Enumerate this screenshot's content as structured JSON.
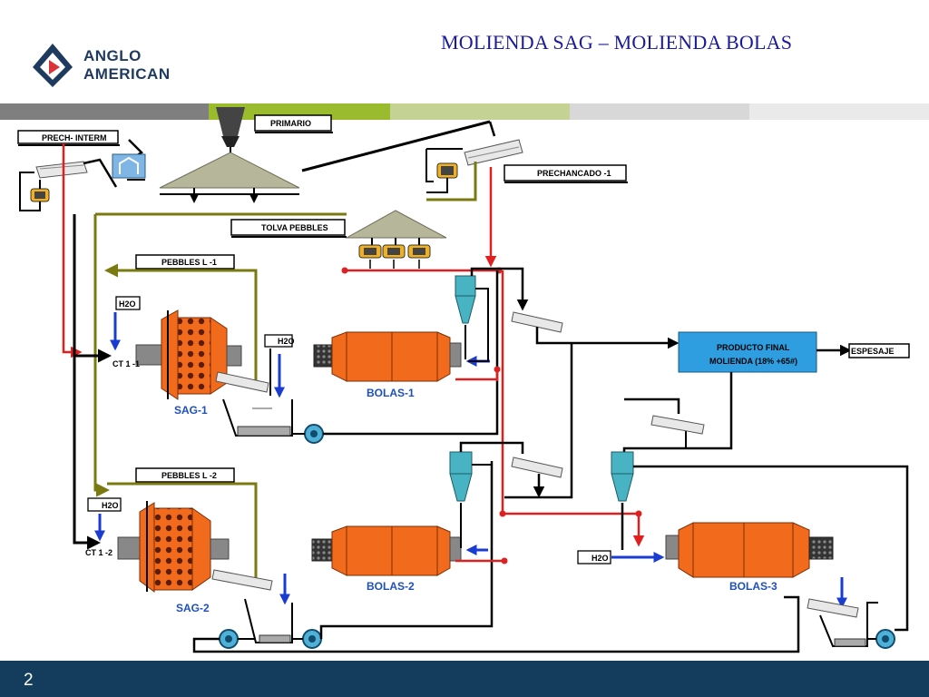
{
  "logo": {
    "line1": "ANGLO",
    "line2": "AMERICAN"
  },
  "title": "MOLIENDA SAG – MOLIENDA BOLAS",
  "band_colors": [
    "#7f7f7f",
    "#9bbb2f",
    "#c4d394",
    "#d8d8d8",
    "#eaeaea"
  ],
  "page_number": "2",
  "labels": {
    "primario": "PRIMARIO",
    "prech_interm": "PRECH- INTERM",
    "prechancado": "PRECHANCADO  -1",
    "tolva_pebbles": "TOLVA PEBBLES",
    "pebbles_l1": "PEBBLES L -1",
    "pebbles_l2": "PEBBLES L -2",
    "h2o": "H2O",
    "ct11": "CT 1 -1",
    "ct12": "CT 1 -2",
    "sag1": "SAG-1",
    "sag2": "SAG-2",
    "bolas1": "BOLAS-1",
    "bolas2": "BOLAS-2",
    "bolas3": "BOLAS-3",
    "producto_final_1": "PRODUCTO FINAL",
    "producto_final_2": "MOLIENDA (18% +65#)",
    "espesaje": "ESPESAJE"
  },
  "colors": {
    "title": "#1a1a9a",
    "mill_orange": "#f26a1b",
    "pebbles_line": "#7a7a10",
    "feed_line_red": "#e02020",
    "water_arrow": "#1a3cd0",
    "product_box": "#2f9ee0",
    "footer": "#143c5c"
  }
}
